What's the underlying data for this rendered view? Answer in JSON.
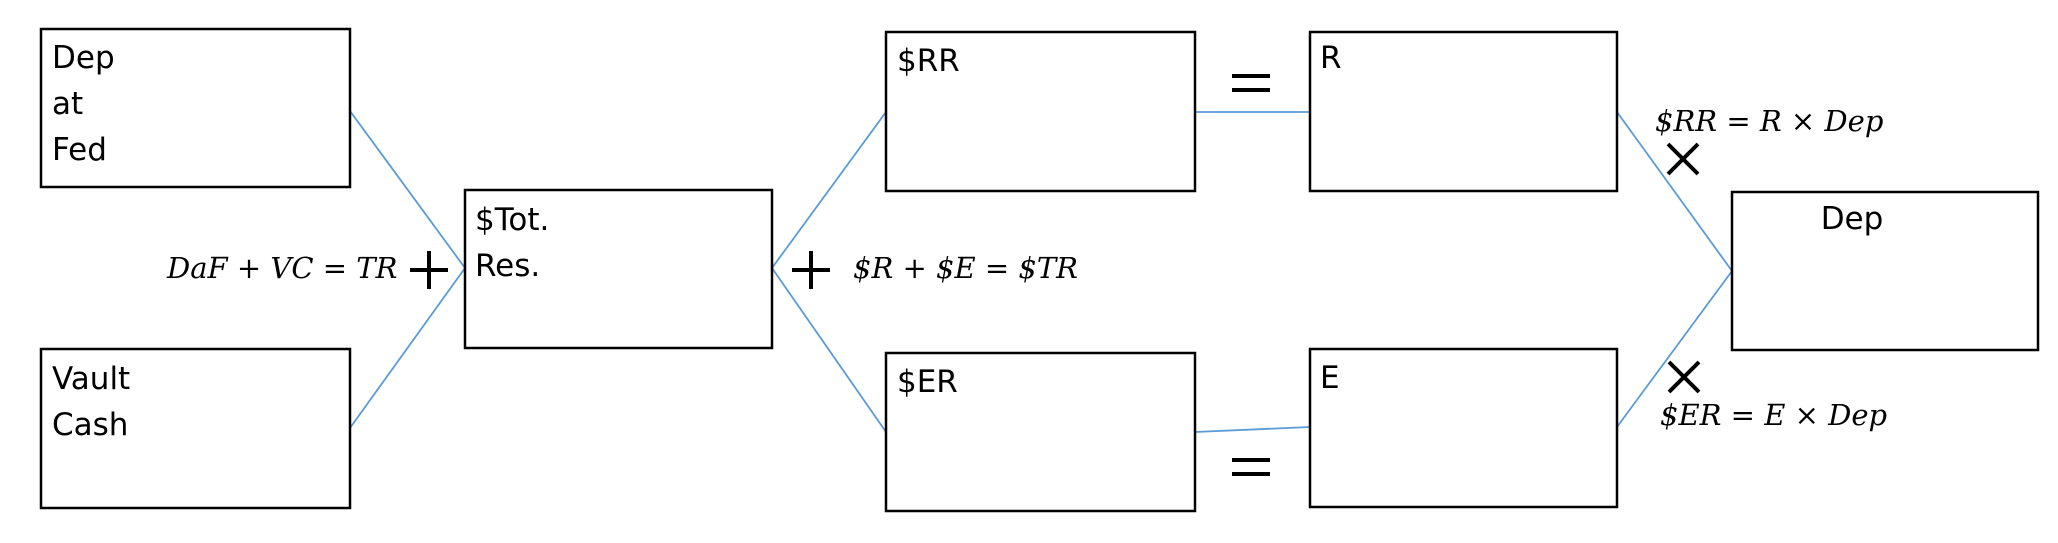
{
  "boxes": {
    "dep_at_fed": {
      "lines": [
        "Dep",
        "at",
        "Fed"
      ]
    },
    "vault_cash": {
      "lines": [
        "Vault",
        "Cash"
      ]
    },
    "total_reserves": {
      "lines": [
        "$Tot.",
        "Res."
      ]
    },
    "required_reserves_dollars": {
      "lines": [
        "$RR"
      ]
    },
    "excess_reserves_dollars": {
      "lines": [
        "$ER"
      ]
    },
    "reserve_ratio": {
      "lines": [
        "R"
      ]
    },
    "excess_ratio": {
      "lines": [
        "E"
      ]
    },
    "deposits": {
      "lines": [
        "Dep"
      ]
    }
  },
  "formulas": {
    "total_reserves": "DaF + VC = TR",
    "reserve_split": "$R + $E = $TR",
    "required_reserves": "$RR = R × Dep",
    "excess_reserves": "$ER = E × Dep"
  },
  "connector_color": "#5b9bd5",
  "box_stroke_color": "#000000"
}
